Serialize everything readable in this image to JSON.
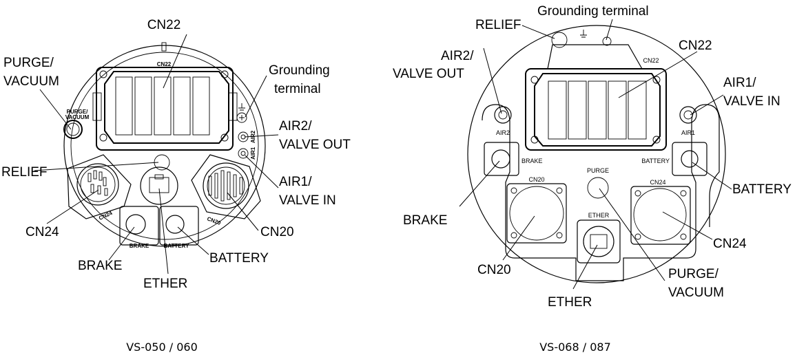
{
  "left_view": {
    "caption": "VS-050 / 060",
    "labels": {
      "cn22": "CN22",
      "purge_vacuum_1": "PURGE/",
      "purge_vacuum_2": "VACUUM",
      "grounding_1": "Grounding",
      "grounding_2": "terminal",
      "air2_1": "AIR2/",
      "air2_2": "VALVE OUT",
      "relief": "RELIEF",
      "air1_1": "AIR1/",
      "air1_2": "VALVE IN",
      "cn24": "CN24",
      "cn20": "CN20",
      "brake": "BRAKE",
      "battery": "BATTERY",
      "ether": "ETHER"
    },
    "markings": {
      "cn22": "CN22",
      "purge_1": "PURGE/",
      "purge_2": "VACUUM",
      "air2": "AIR2",
      "air1": "AIR1",
      "cn24": "CN24",
      "cn20": "CN20",
      "brake": "BRAKE",
      "battery": "BATTERY"
    }
  },
  "right_view": {
    "caption": "VS-068 / 087",
    "labels": {
      "grounding": "Grounding terminal",
      "relief": "RELIEF",
      "air2_1": "AIR2/",
      "air2_2": "VALVE OUT",
      "cn22": "CN22",
      "air1_1": "AIR1/",
      "air1_2": "VALVE IN",
      "battery": "BATTERY",
      "brake": "BRAKE",
      "cn24": "CN24",
      "cn20": "CN20",
      "purge_vacuum_1": "PURGE/",
      "purge_vacuum_2": "VACUUM",
      "ether": "ETHER"
    },
    "markings": {
      "cn22": "CN22",
      "air2": "AIR2",
      "air1": "AIR1",
      "brake": "BRAKE",
      "battery": "BATTERY",
      "purge": "PURGE",
      "cn20": "CN20",
      "cn24": "CN24",
      "ether": "ETHER"
    }
  }
}
